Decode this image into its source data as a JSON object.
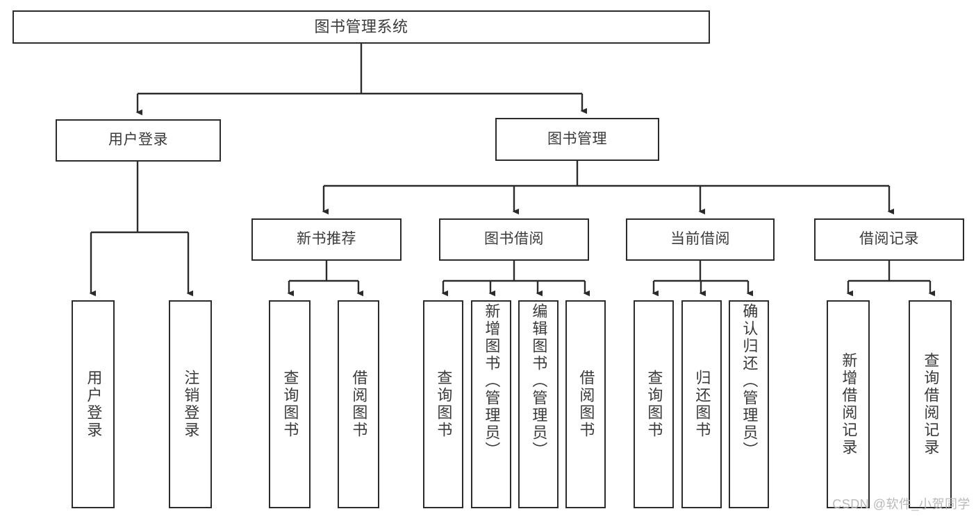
{
  "diagram": {
    "type": "tree-hierarchy",
    "title": "图书管理系统",
    "watermark": "CSDN @软件_小贺同学",
    "colors": {
      "border": "#2b2b2b",
      "text": "#3a3a3a",
      "background": "#ffffff",
      "watermark": "#b9b9b9"
    },
    "root": {
      "label": "图书管理系统"
    },
    "level2": [
      {
        "label": "用户登录"
      },
      {
        "label": "图书管理"
      }
    ],
    "level3": [
      {
        "label": "新书推荐"
      },
      {
        "label": "图书借阅"
      },
      {
        "label": "当前借阅"
      },
      {
        "label": "借阅记录"
      }
    ],
    "leaves": {
      "user_login": [
        {
          "label": "用户登录"
        },
        {
          "label": "注销登录"
        }
      ],
      "new_book_recommend": [
        {
          "label": "查询图书"
        },
        {
          "label": "借阅图书"
        }
      ],
      "book_borrow": [
        {
          "label": "查询图书"
        },
        {
          "label": "新增图书（管理员）"
        },
        {
          "label": "编辑图书（管理员）"
        },
        {
          "label": "借阅图书"
        }
      ],
      "current_borrow": [
        {
          "label": "查询图书"
        },
        {
          "label": "归还图书"
        },
        {
          "label": "确认归还（管理员）"
        }
      ],
      "borrow_record": [
        {
          "label": "新增借阅记录"
        },
        {
          "label": "查询借阅记录"
        }
      ]
    }
  }
}
